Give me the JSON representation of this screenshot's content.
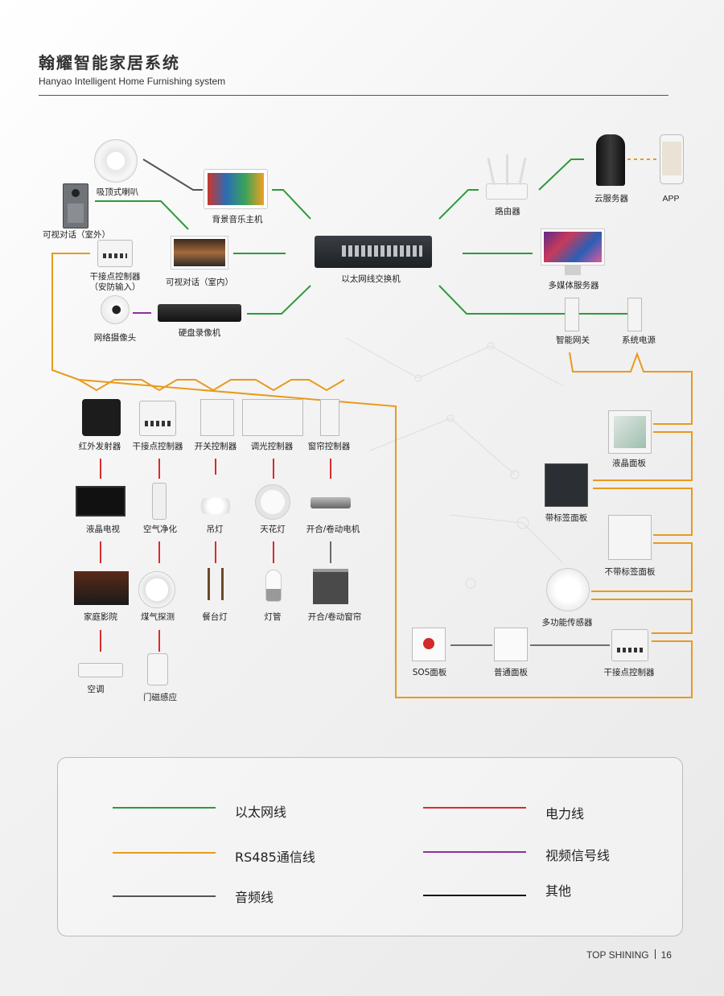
{
  "header": {
    "title": "翰耀智能家居系统",
    "subtitle": "Hanyao Intelligent Home Furnishing system"
  },
  "devices": {
    "ceiling_speaker": "吸顶式喇叭",
    "music_host": "背景音乐主机",
    "outdoor_intercom": "可视对话（室外）",
    "dry_contact_security": "干接点控制器\n（安防输入）",
    "indoor_intercom": "可视对话（室内）",
    "ip_camera": "网络摄像头",
    "nvr": "硬盘录像机",
    "switch": "以太网线交换机",
    "router": "路由器",
    "cloud_server": "云服务器",
    "app": "APP",
    "media_server": "多媒体服务器",
    "gateway": "智能网关",
    "power_supply": "系统电源",
    "ir_emitter": "红外发射器",
    "dry_contact": "干接点控制器",
    "switch_controller": "开关控制器",
    "dimmer_controller": "调光控制器",
    "curtain_controller": "窗帘控制器",
    "lcd_tv": "液晶电视",
    "air_purifier": "空气净化",
    "pendant_lamp": "吊灯",
    "ceiling_lamp": "天花灯",
    "curtain_motor": "开合/卷动电机",
    "home_theater": "家庭影院",
    "gas_detector": "煤气探测",
    "dining_lamp": "餐台灯",
    "light_tube": "灯管",
    "curtain": "开合/卷动窗帘",
    "air_conditioner": "空调",
    "door_sensor": "门磁感应",
    "lcd_panel": "液晶面板",
    "labeled_panel": "带标签面板",
    "unlabeled_panel": "不带标签面板",
    "multi_sensor": "多功能传感器",
    "sos_panel": "SOS面板",
    "normal_panel": "普通面板",
    "dry_contact_2": "干接点控制器"
  },
  "legend": {
    "ethernet": "以太网线",
    "rs485": "RS485通信线",
    "audio": "音频线",
    "power": "电力线",
    "video": "视频信号线",
    "other": "其他"
  },
  "colors": {
    "ethernet": "#2e9a3c",
    "rs485": "#e89a1e",
    "audio": "#555555",
    "power": "#d92b2b",
    "video": "#8e2f9e",
    "other": "#111111"
  },
  "footer": {
    "brand": "TOP SHINING",
    "page": "16"
  }
}
